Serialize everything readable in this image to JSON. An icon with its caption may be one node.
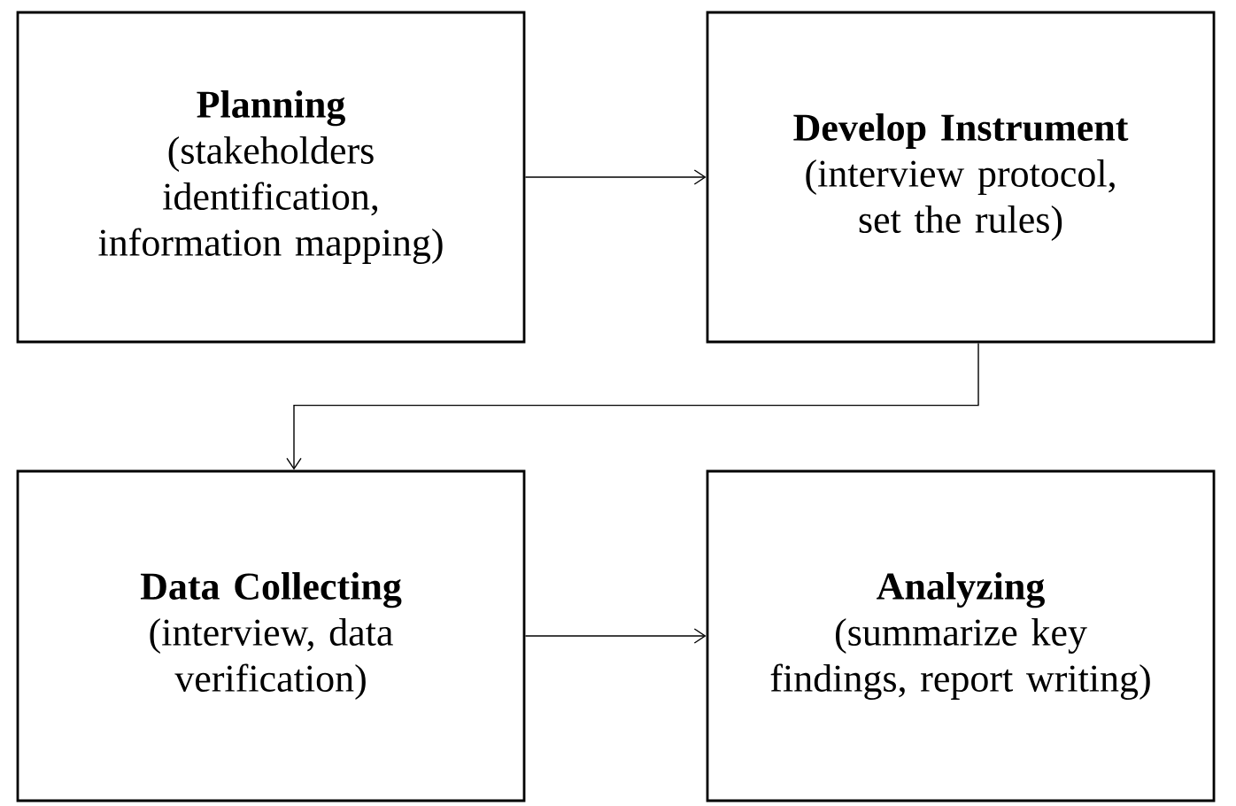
{
  "diagram": {
    "nodes": [
      {
        "text": [
          "Planning",
          "(stakeholders identification, information mapping)"
        ]
      },
      {
        "text": [
          "Develop Instrument",
          "(interview protocol, set the rules)"
        ]
      },
      {
        "text": [
          "Data Collecting",
          "(interview, data verification)"
        ]
      },
      {
        "text": [
          "Analyzing",
          "(summarize key findings, report writing)"
        ]
      }
    ],
    "edges": [
      {
        "from": 0,
        "to": 1,
        "arrow": "to"
      },
      {
        "from": 1,
        "to": 2,
        "arrow": "to"
      },
      {
        "from": 2,
        "to": 3,
        "arrow": "to"
      }
    ]
  }
}
